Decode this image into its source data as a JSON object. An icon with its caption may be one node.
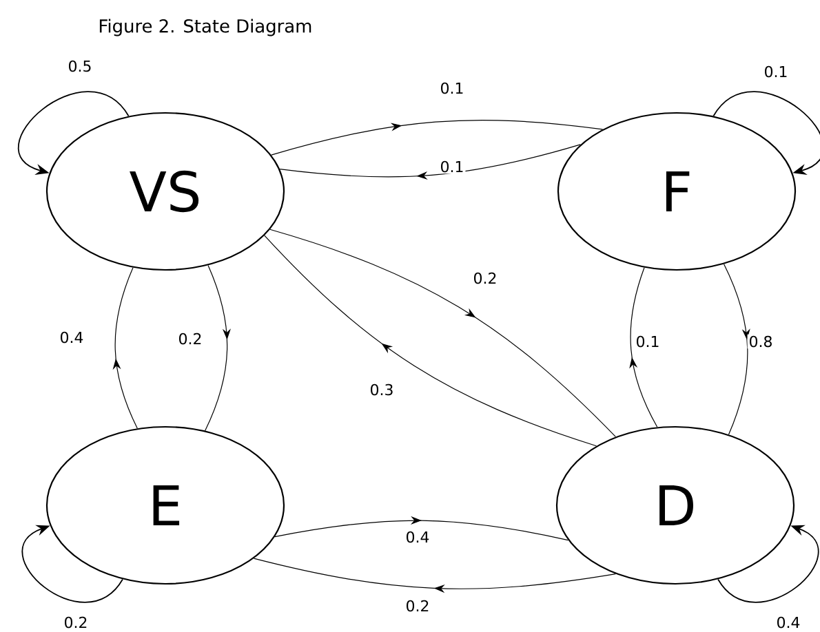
{
  "diagram": {
    "title": "Figure 2. State Diagram",
    "nodes": [
      {
        "text": [
          "VS"
        ]
      },
      {
        "text": [
          "F"
        ]
      },
      {
        "text": [
          "E"
        ]
      },
      {
        "text": [
          "D"
        ]
      }
    ],
    "edges": [
      {
        "from": 0,
        "to": 0,
        "arrow": "to",
        "label": "0.5"
      },
      {
        "from": 0,
        "to": 1,
        "arrow": "to",
        "label": "0.1"
      },
      {
        "from": 1,
        "to": 0,
        "arrow": "to",
        "label": "0.1"
      },
      {
        "from": 1,
        "to": 1,
        "arrow": "to",
        "label": "0.1"
      },
      {
        "from": 0,
        "to": 2,
        "arrow": "to",
        "label": "0.2"
      },
      {
        "from": 2,
        "to": 0,
        "arrow": "to",
        "label": "0.4"
      },
      {
        "from": 0,
        "to": 3,
        "arrow": "to",
        "label": "0.2"
      },
      {
        "from": 3,
        "to": 0,
        "arrow": "to",
        "label": "0.3"
      },
      {
        "from": 1,
        "to": 3,
        "arrow": "to",
        "label": "0.8"
      },
      {
        "from": 3,
        "to": 1,
        "arrow": "to",
        "label": "0.1"
      },
      {
        "from": 2,
        "to": 3,
        "arrow": "to",
        "label": "0.4"
      },
      {
        "from": 3,
        "to": 2,
        "arrow": "to",
        "label": "0.2"
      },
      {
        "from": 2,
        "to": 2,
        "arrow": "to",
        "label": "0.2"
      },
      {
        "from": 3,
        "to": 3,
        "arrow": "to",
        "label": "0.4"
      }
    ]
  }
}
